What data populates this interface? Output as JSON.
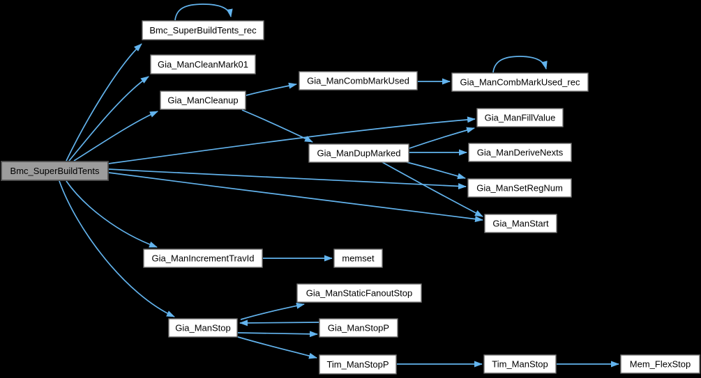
{
  "diagram": {
    "type": "call-graph",
    "background_color": "#000000",
    "edge_color": "#63b4ee",
    "node_fill_color": "#ffffff",
    "node_border_color": "#747474",
    "root_node_fill_color": "#9c9c9c",
    "root_node_border_color": "#515151",
    "text_color": "#000000"
  },
  "nodes": {
    "bmc_superbuildtents": {
      "label": "Bmc_SuperBuildTents",
      "role": "root"
    },
    "bmc_superbuildtents_rec": {
      "label": "Bmc_SuperBuildTents_rec"
    },
    "gia_mancleanmark01": {
      "label": "Gia_ManCleanMark01"
    },
    "gia_mancleanup": {
      "label": "Gia_ManCleanup"
    },
    "gia_mancombmarkused": {
      "label": "Gia_ManCombMarkUsed"
    },
    "gia_mancombmarkused_rec": {
      "label": "Gia_ManCombMarkUsed_rec"
    },
    "gia_manfillvalue": {
      "label": "Gia_ManFillValue"
    },
    "gia_mandupmarked": {
      "label": "Gia_ManDupMarked"
    },
    "gia_manderivenexts": {
      "label": "Gia_ManDeriveNexts"
    },
    "gia_mansetregnum": {
      "label": "Gia_ManSetRegNum"
    },
    "gia_manstart": {
      "label": "Gia_ManStart"
    },
    "gia_manincrementtravid": {
      "label": "Gia_ManIncrementTravId"
    },
    "memset": {
      "label": "memset"
    },
    "gia_manstaticfanoutstop": {
      "label": "Gia_ManStaticFanoutStop"
    },
    "gia_manstop": {
      "label": "Gia_ManStop"
    },
    "gia_manstopp": {
      "label": "Gia_ManStopP"
    },
    "tim_manstopp": {
      "label": "Tim_ManStopP"
    },
    "tim_manstop": {
      "label": "Tim_ManStop"
    },
    "mem_flexstop": {
      "label": "Mem_FlexStop"
    }
  },
  "edges": [
    {
      "from": "bmc_superbuildtents",
      "to": "bmc_superbuildtents_rec"
    },
    {
      "from": "bmc_superbuildtents_rec",
      "to": "bmc_superbuildtents_rec"
    },
    {
      "from": "bmc_superbuildtents",
      "to": "gia_mancleanmark01"
    },
    {
      "from": "bmc_superbuildtents",
      "to": "gia_mancleanup"
    },
    {
      "from": "bmc_superbuildtents",
      "to": "gia_manfillvalue"
    },
    {
      "from": "bmc_superbuildtents",
      "to": "gia_mansetregnum"
    },
    {
      "from": "bmc_superbuildtents",
      "to": "gia_manstart"
    },
    {
      "from": "bmc_superbuildtents",
      "to": "gia_manincrementtravid"
    },
    {
      "from": "bmc_superbuildtents",
      "to": "gia_manstop"
    },
    {
      "from": "gia_mancleanup",
      "to": "gia_mancombmarkused"
    },
    {
      "from": "gia_mancleanup",
      "to": "gia_mandupmarked"
    },
    {
      "from": "gia_mancombmarkused",
      "to": "gia_mancombmarkused_rec"
    },
    {
      "from": "gia_mancombmarkused_rec",
      "to": "gia_mancombmarkused_rec"
    },
    {
      "from": "gia_mandupmarked",
      "to": "gia_manfillvalue"
    },
    {
      "from": "gia_mandupmarked",
      "to": "gia_manderivenexts"
    },
    {
      "from": "gia_mandupmarked",
      "to": "gia_mansetregnum"
    },
    {
      "from": "gia_mandupmarked",
      "to": "gia_manstart"
    },
    {
      "from": "gia_manincrementtravid",
      "to": "memset"
    },
    {
      "from": "gia_manstop",
      "to": "gia_manstaticfanoutstop"
    },
    {
      "from": "gia_manstop",
      "to": "gia_manstopp"
    },
    {
      "from": "gia_manstopp",
      "to": "gia_manstop"
    },
    {
      "from": "gia_manstop",
      "to": "tim_manstopp"
    },
    {
      "from": "tim_manstopp",
      "to": "tim_manstop"
    },
    {
      "from": "tim_manstop",
      "to": "mem_flexstop"
    }
  ]
}
